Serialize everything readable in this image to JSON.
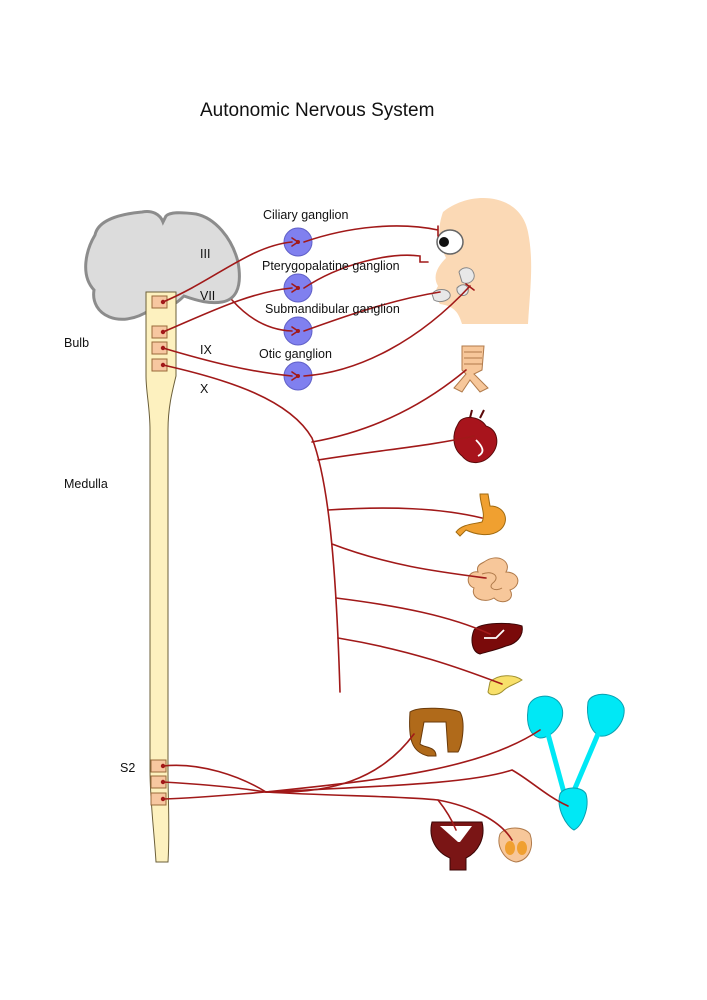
{
  "title": "Autonomic Nervous System",
  "regions": {
    "bulb": "Bulb",
    "medulla": "Medulla",
    "sacral": "S2"
  },
  "cranial_nerves": {
    "oculomotor": "III",
    "facial": "VII",
    "glossopharyngeal": "IX",
    "vagus": "X"
  },
  "ganglia": {
    "ciliary": "Ciliary ganglion",
    "pterygopalatine": "Pterygopalatine ganglion",
    "submandibular": "Submandibular ganglion",
    "otic": "Otic ganglion"
  },
  "colors": {
    "nerve": "#a11919",
    "spinal_cord": "#fdf1bf",
    "brain": "#dcdcdc",
    "ganglion": "#8080ef",
    "head": "#fbd9b5",
    "heart": "#a8141c",
    "stomach": "#f0a030",
    "intestine": "#f7c79a",
    "liver": "#7a0a0a",
    "pancreas": "#f8e06a",
    "colon": "#b06a1a",
    "urinary": "#00e8f5",
    "uterus": "#7a1515"
  }
}
